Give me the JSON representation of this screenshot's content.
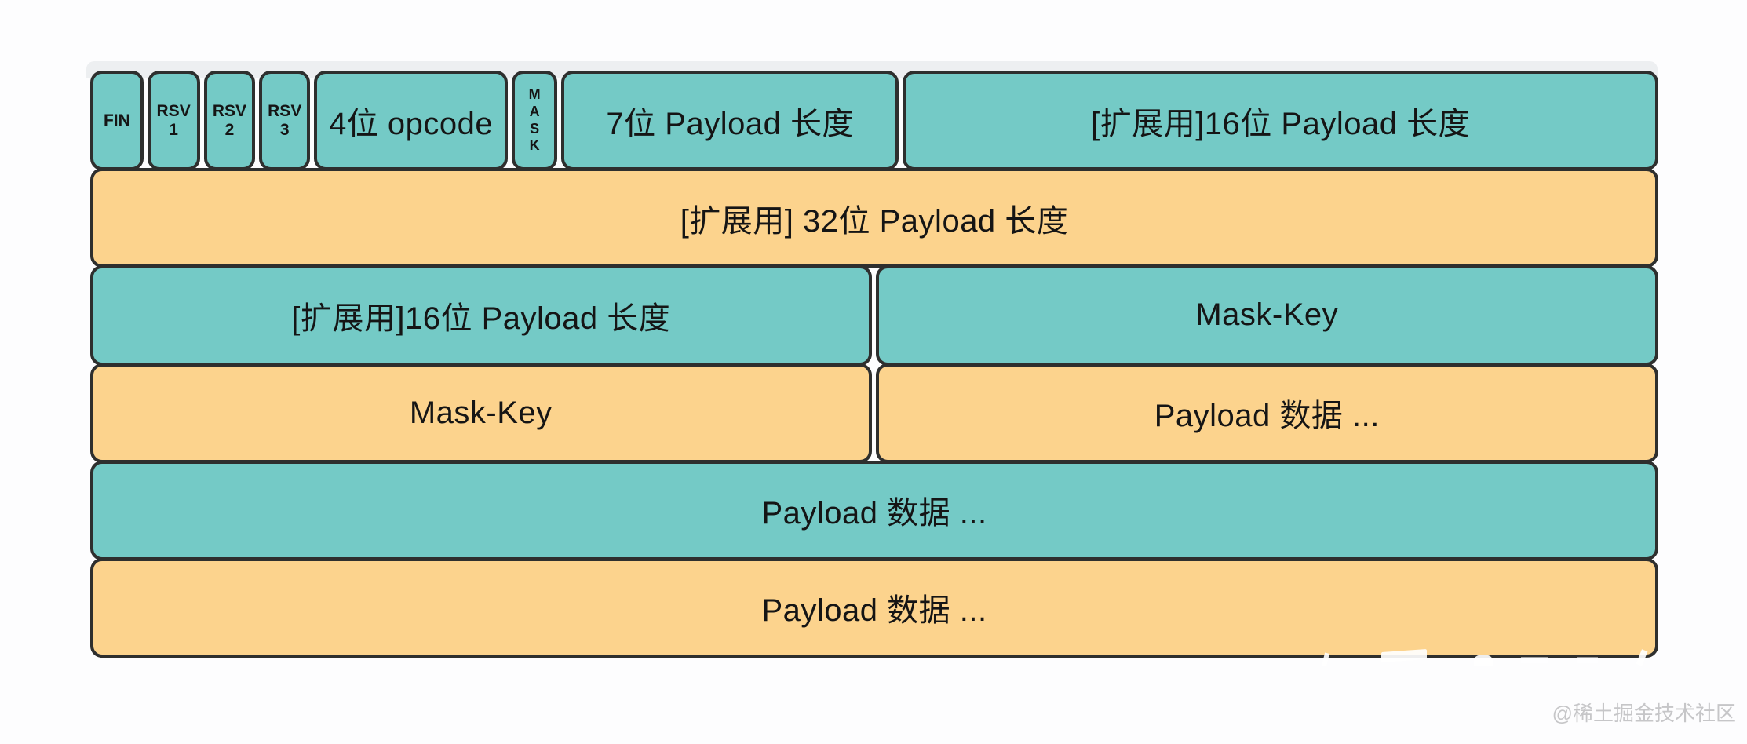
{
  "colors": {
    "teal": "#74cac6",
    "orange": "#fcd38d",
    "border": "#2e2f2e",
    "text": "#151515",
    "watermark_text": "#c6c6c8"
  },
  "watermark": "@稀土掘金技术社区",
  "diagram": {
    "rows": [
      {
        "color": "teal",
        "cells": [
          {
            "name": "fin",
            "label": "FIN",
            "size": "xs",
            "weight": 62
          },
          {
            "name": "rsv1",
            "label": "RSV\n1",
            "size": "xs",
            "weight": 61
          },
          {
            "name": "rsv2",
            "label": "RSV\n2",
            "size": "xs",
            "weight": 60
          },
          {
            "name": "rsv3",
            "label": "RSV\n3",
            "size": "xs",
            "weight": 59
          },
          {
            "name": "opcode-4bit",
            "label": "4位 opcode",
            "size": "lg",
            "weight": 248
          },
          {
            "name": "mask",
            "label": "M\nA\nS\nK",
            "size": "xxs",
            "weight": 52
          },
          {
            "name": "payload-len-7bit",
            "label": "7位 Payload 长度",
            "size": "lg",
            "weight": 438
          },
          {
            "name": "payload-len-16bit-ext",
            "label": "[扩展用]16位 Payload 长度",
            "size": "lg",
            "weight": 991
          }
        ]
      },
      {
        "color": "orange",
        "cells": [
          {
            "name": "payload-len-32bit-ext",
            "label": "[扩展用] 32位 Payload 长度",
            "size": "lg",
            "weight": 1
          }
        ]
      },
      {
        "color": "teal",
        "cells": [
          {
            "name": "payload-len-16bit-ext-2",
            "label": "[扩展用]16位 Payload 长度",
            "size": "lg",
            "weight": 996
          },
          {
            "name": "mask-key-1",
            "label": "Mask-Key",
            "size": "lg",
            "weight": 998
          }
        ]
      },
      {
        "color": "orange",
        "cells": [
          {
            "name": "mask-key-2",
            "label": "Mask-Key",
            "size": "lg",
            "weight": 996
          },
          {
            "name": "payload-data-1",
            "label": "Payload 数据 ...",
            "size": "lg",
            "weight": 998
          }
        ]
      },
      {
        "color": "teal",
        "cells": [
          {
            "name": "payload-data-2",
            "label": "Payload 数据 ...",
            "size": "lg",
            "weight": 1
          }
        ]
      },
      {
        "color": "orange",
        "cells": [
          {
            "name": "payload-data-3",
            "label": "Payload 数据 ...",
            "size": "lg",
            "weight": 1
          }
        ]
      }
    ]
  }
}
